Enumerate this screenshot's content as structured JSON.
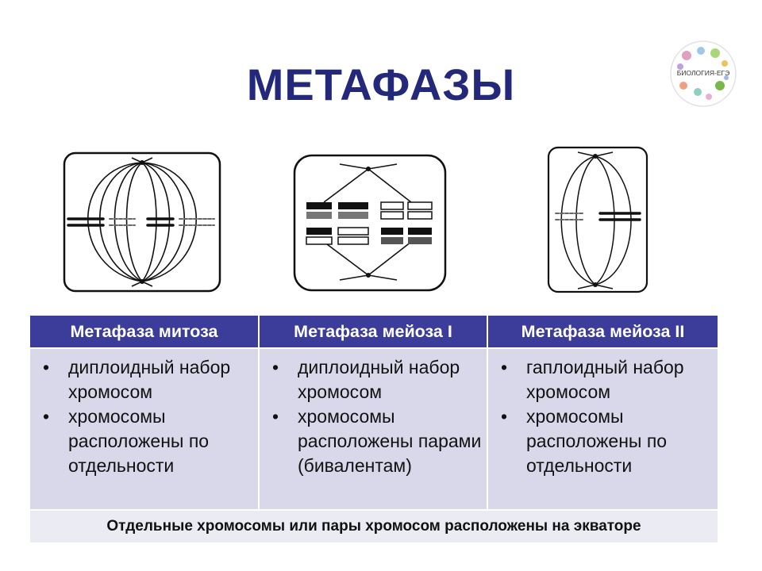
{
  "slide": {
    "title": "МЕТАФАЗЫ",
    "logo_text": "БИОЛОГИЯ-ЕГЭ"
  },
  "table": {
    "headers": [
      "Метафаза митоза",
      "Метафаза мейоза I",
      "Метафаза мейоза II"
    ],
    "columns": [
      {
        "points": [
          "диплоидный набор хромосом",
          "хромосомы расположены по отдельности"
        ]
      },
      {
        "points": [
          "диплоидный набор хромосом",
          "хромосомы расположены парами (бивалентам)"
        ]
      },
      {
        "points": [
          "гаплоидный набор хромосом",
          "хромосомы расположены по отдельности"
        ]
      }
    ],
    "footer": "Отдельные хромосомы или пары хромосом расположены на экваторе"
  },
  "colors": {
    "title": "#23287a",
    "header_bg": "#3c3c9a",
    "cell_bg": "#d8d8ea",
    "footer_bg": "#ebebf4"
  }
}
